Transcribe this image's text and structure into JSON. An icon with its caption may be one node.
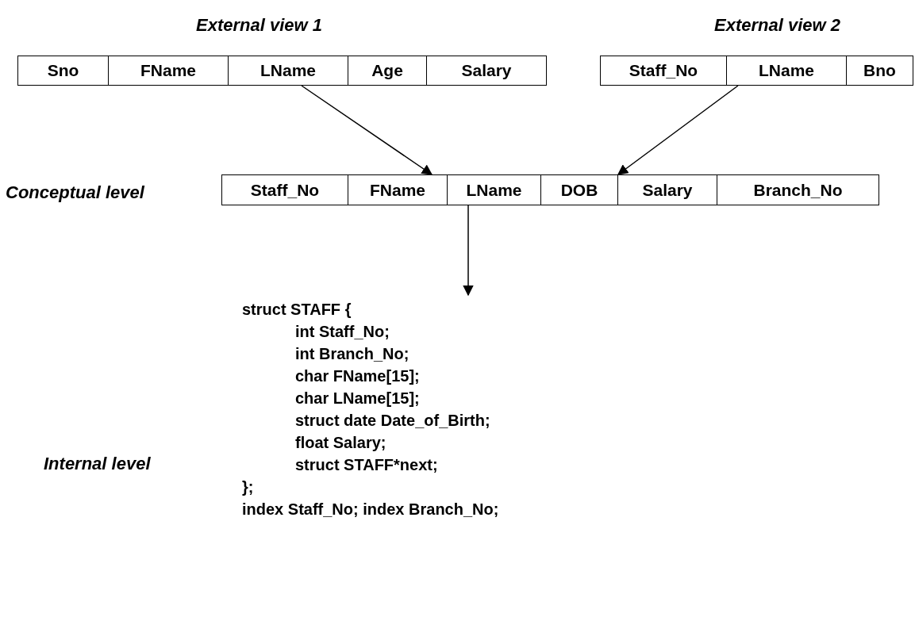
{
  "diagram": {
    "nodes": [
      {
        "text": [
          "External view 1"
        ]
      },
      {
        "text": [
          "Sno"
        ],
        "in": 0
      },
      {
        "text": [
          "FName"
        ],
        "in": 0
      },
      {
        "text": [
          "LName"
        ],
        "in": 0
      },
      {
        "text": [
          "Age"
        ],
        "in": 0
      },
      {
        "text": [
          "Salary"
        ],
        "in": 0
      },
      {
        "text": [
          "External view 2"
        ]
      },
      {
        "text": [
          "Staff_No"
        ],
        "in": 6
      },
      {
        "text": [
          "LName"
        ],
        "in": 6
      },
      {
        "text": [
          "Bno"
        ],
        "in": 6
      },
      {
        "text": [
          "Conceptual level"
        ]
      },
      {
        "text": [
          "Staff_No"
        ],
        "in": 10
      },
      {
        "text": [
          "FName"
        ],
        "in": 10
      },
      {
        "text": [
          "LName"
        ],
        "in": 10
      },
      {
        "text": [
          "DOB"
        ],
        "in": 10
      },
      {
        "text": [
          "Salary"
        ],
        "in": 10
      },
      {
        "text": [
          "Branch_No"
        ],
        "in": 10
      },
      {
        "text": [
          "struct STAFF {",
          "int Staff_No;",
          "int Branch_No;",
          "char FName[15];",
          "char LName[15];",
          "struct date Date_of_Birth;",
          "float Salary;",
          "struct STAFF*next;",
          "};",
          "index Staff_No; index Branch_No;"
        ]
      }
    ],
    "labels": [
      "Internal level"
    ],
    "edges": [
      {
        "from": 0,
        "to": 10,
        "arrow": "to"
      },
      {
        "from": 6,
        "to": 10,
        "arrow": "to"
      },
      {
        "from": 10,
        "to": 17,
        "arrow": "to"
      }
    ]
  }
}
